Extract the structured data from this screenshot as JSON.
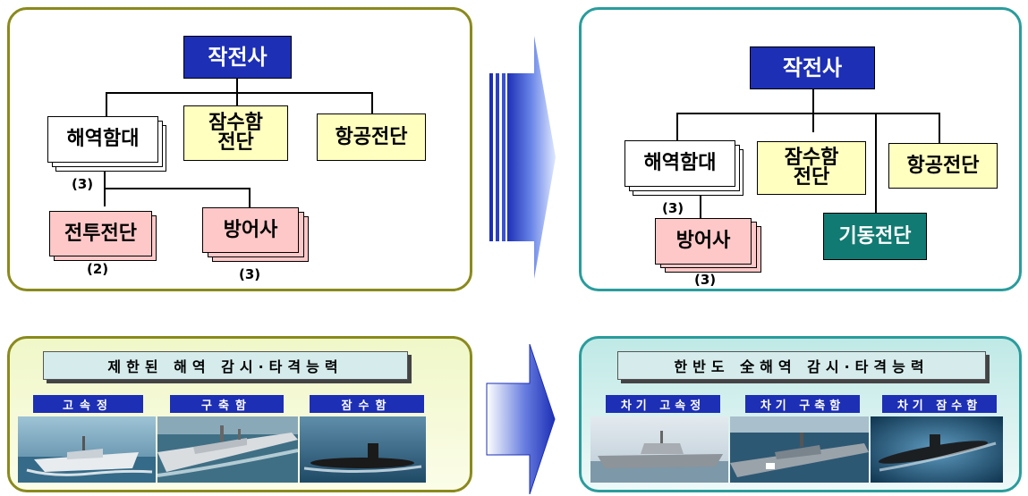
{
  "before": {
    "command": "작전사",
    "fleet": "해역함대",
    "fleet_count": "(3)",
    "submarine": "잠수함\n전단",
    "submarine_l1": "잠수함",
    "submarine_l2": "전단",
    "aviation": "항공전단",
    "combat": "전투전단",
    "combat_count": "(2)",
    "defense": "방어사",
    "defense_count": "(3)"
  },
  "after": {
    "command": "작전사",
    "fleet": "해역함대",
    "fleet_count": "(3)",
    "submarine_l1": "잠수함",
    "submarine_l2": "전단",
    "aviation": "항공전단",
    "defense": "방어사",
    "defense_count": "(3)",
    "mobile": "기동전단"
  },
  "capability_before": {
    "banner": "제한된 해역 감시·타격능력",
    "ships": [
      "고속정",
      "구축함",
      "잠수함"
    ]
  },
  "capability_after": {
    "banner": "한반도 全해역 감시·타격능력",
    "ships": [
      "차기 고속정",
      "차기 구축함",
      "차기 잠수함"
    ]
  },
  "colors": {
    "command": "#1d2fb5",
    "mobile": "#117a72",
    "pink": "#ffc8c8",
    "yellow": "#ffffc0",
    "left_border": "#8a8a1e",
    "right_border": "#2a9c9c"
  }
}
